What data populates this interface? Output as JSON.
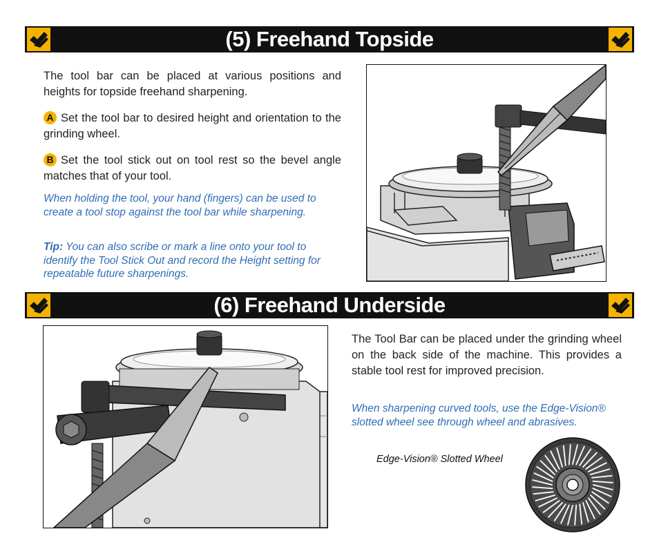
{
  "section5": {
    "title": "(5) Freehand Topside",
    "intro": "The tool bar can be placed at various positions and heights for topside freehand sharpening.",
    "step_a_marker": "A",
    "step_a_text": "Set the tool bar to desired height and orientation to the grinding wheel.",
    "step_b_marker": "B",
    "step_b_text": "Set the tool stick out on tool rest so the bevel angle matches that of your tool.",
    "note": "When holding the tool, your hand (fingers) can be used to create a tool stop against the tool bar while sharpening.",
    "tip_label": "Tip:",
    "tip_text": " You can also scribe or mark a line onto your tool to identify the Tool Stick Out and record the Height setting for repeatable future sharpenings."
  },
  "section6": {
    "title": "(6) Freehand Underside",
    "body": "The Tool Bar can be placed under the grinding wheel on the back side of the machine. This provides a stable tool rest for improved precision.",
    "note": "When sharpening curved tools, use the Edge-Vision® slotted wheel see through wheel and abrasives.",
    "wheel_caption": "Edge-Vision® Slotted Wheel"
  },
  "colors": {
    "banner_bg": "#111111",
    "accent_yellow": "#f4b300",
    "note_blue": "#2f6db5"
  },
  "icons": {
    "banner_badge": "double-chevron-logo-icon"
  }
}
